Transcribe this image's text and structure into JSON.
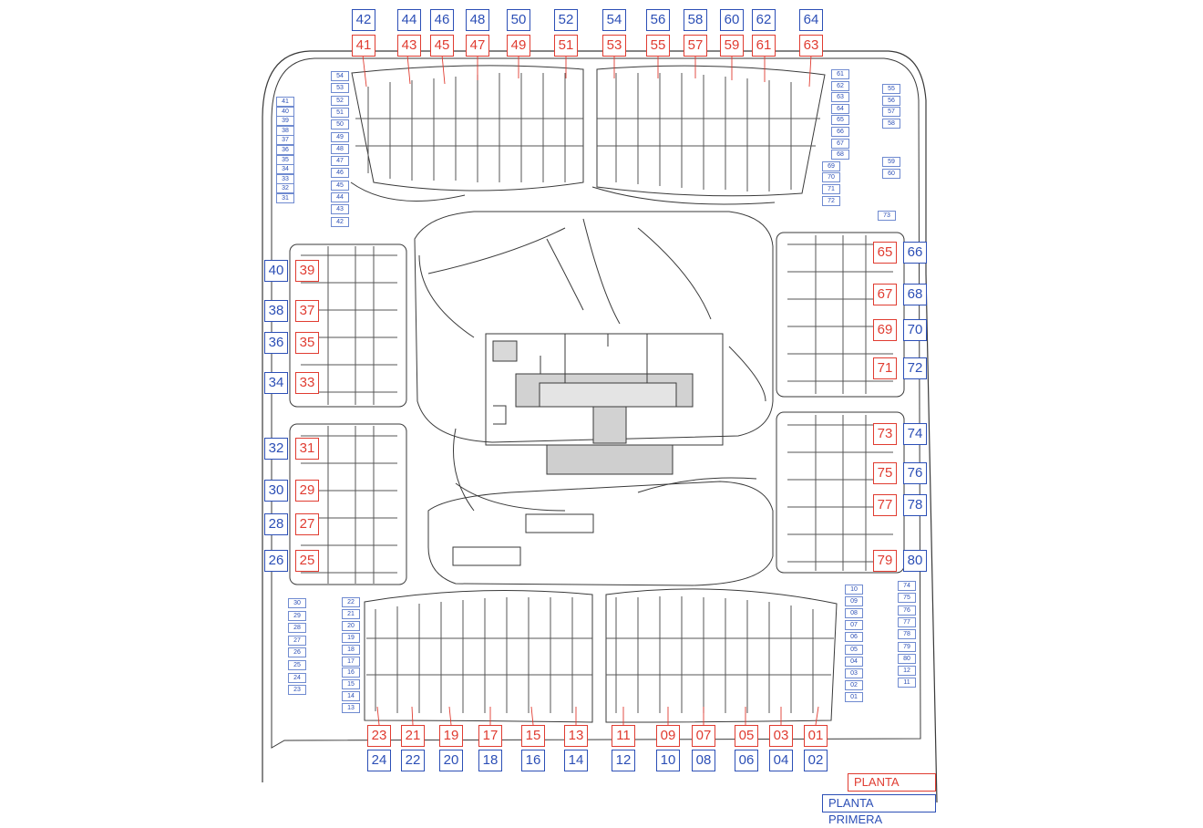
{
  "legend": {
    "ground_floor": "PLANTA BAJA",
    "first_floor": "PLANTA PRIMERA",
    "ground_color": "#e03c31",
    "first_color": "#2c4fb6"
  },
  "units": {
    "top_first": [
      "42",
      "44",
      "46",
      "48",
      "50",
      "52",
      "54",
      "56",
      "58",
      "60",
      "62",
      "64"
    ],
    "top_ground": [
      "41",
      "43",
      "45",
      "47",
      "49",
      "51",
      "53",
      "55",
      "57",
      "59",
      "61",
      "63"
    ],
    "left_first": [
      "40",
      "38",
      "36",
      "34",
      "32",
      "30",
      "28",
      "26"
    ],
    "left_ground": [
      "39",
      "37",
      "35",
      "33",
      "31",
      "29",
      "27",
      "25"
    ],
    "right_ground": [
      "65",
      "67",
      "69",
      "71",
      "73",
      "75",
      "77",
      "79"
    ],
    "right_first": [
      "66",
      "68",
      "70",
      "72",
      "74",
      "76",
      "78",
      "80"
    ],
    "bottom_ground": [
      "23",
      "21",
      "19",
      "17",
      "15",
      "13",
      "11",
      "09",
      "07",
      "05",
      "03",
      "01"
    ],
    "bottom_first": [
      "24",
      "22",
      "20",
      "18",
      "16",
      "14",
      "12",
      "10",
      "08",
      "06",
      "04",
      "02"
    ]
  },
  "parking": {
    "nw_outer": [
      "41",
      "40",
      "39",
      "38",
      "37",
      "36",
      "35",
      "34",
      "33",
      "32",
      "31"
    ],
    "nw_inner": [
      "54",
      "53",
      "52",
      "51",
      "50",
      "49",
      "48",
      "47",
      "46",
      "45",
      "44",
      "43",
      "42"
    ],
    "ne_inner": [
      "61",
      "62",
      "63",
      "64",
      "65",
      "66",
      "67",
      "68",
      "69",
      "70",
      "71",
      "72"
    ],
    "ne_outer": [
      "55",
      "56",
      "57",
      "58",
      "59",
      "60"
    ],
    "ne_single": [
      "73"
    ],
    "sw_outer": [
      "30",
      "29",
      "28",
      "27",
      "26",
      "25",
      "24",
      "23"
    ],
    "sw_inner": [
      "22",
      "21",
      "20",
      "19",
      "18",
      "17",
      "16",
      "15",
      "14",
      "13"
    ],
    "se_inner": [
      "10",
      "09",
      "08",
      "07",
      "06",
      "05",
      "04",
      "03",
      "02",
      "01"
    ],
    "se_outer": [
      "74",
      "75",
      "76",
      "77",
      "78",
      "79",
      "80",
      "12",
      "11"
    ]
  }
}
